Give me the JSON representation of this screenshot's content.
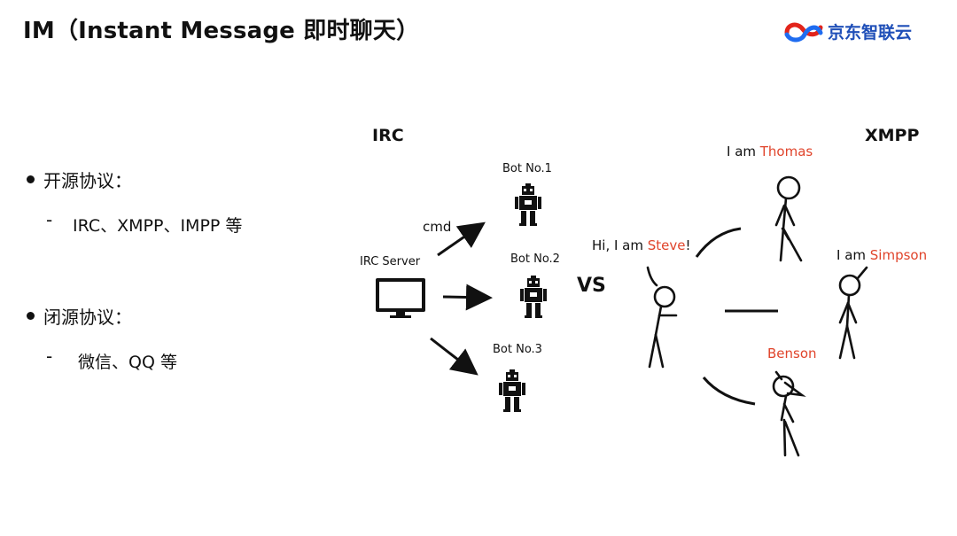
{
  "title": "IM（Instant Message 即时聊天）",
  "logo": {
    "text": "京东智联云",
    "icon": "jd-cloud-logo-icon",
    "colors": [
      "#e2241b",
      "#1f6cf0"
    ]
  },
  "bullets": [
    {
      "text": "开源协议：",
      "sub": "IRC、XMPP、IMPP 等"
    },
    {
      "text": "闭源协议：",
      "sub": "微信、QQ 等"
    }
  ],
  "irc": {
    "heading": "IRC",
    "server_label": "IRC Server",
    "cmd_label": "cmd",
    "bots": [
      "Bot No.1",
      "Bot No.2",
      "Bot No.3"
    ]
  },
  "vs_label": "VS",
  "xmpp": {
    "heading": "XMPP",
    "speakers": [
      {
        "prefix": "Hi, I am ",
        "name": "Steve",
        "suffix": "!"
      },
      {
        "prefix": "I am ",
        "name": "Thomas",
        "suffix": ""
      },
      {
        "prefix": "I am ",
        "name": "Simpson",
        "suffix": ""
      },
      {
        "prefix": "",
        "name": "Benson",
        "suffix": ""
      }
    ]
  },
  "accent_color": "#e0442b"
}
